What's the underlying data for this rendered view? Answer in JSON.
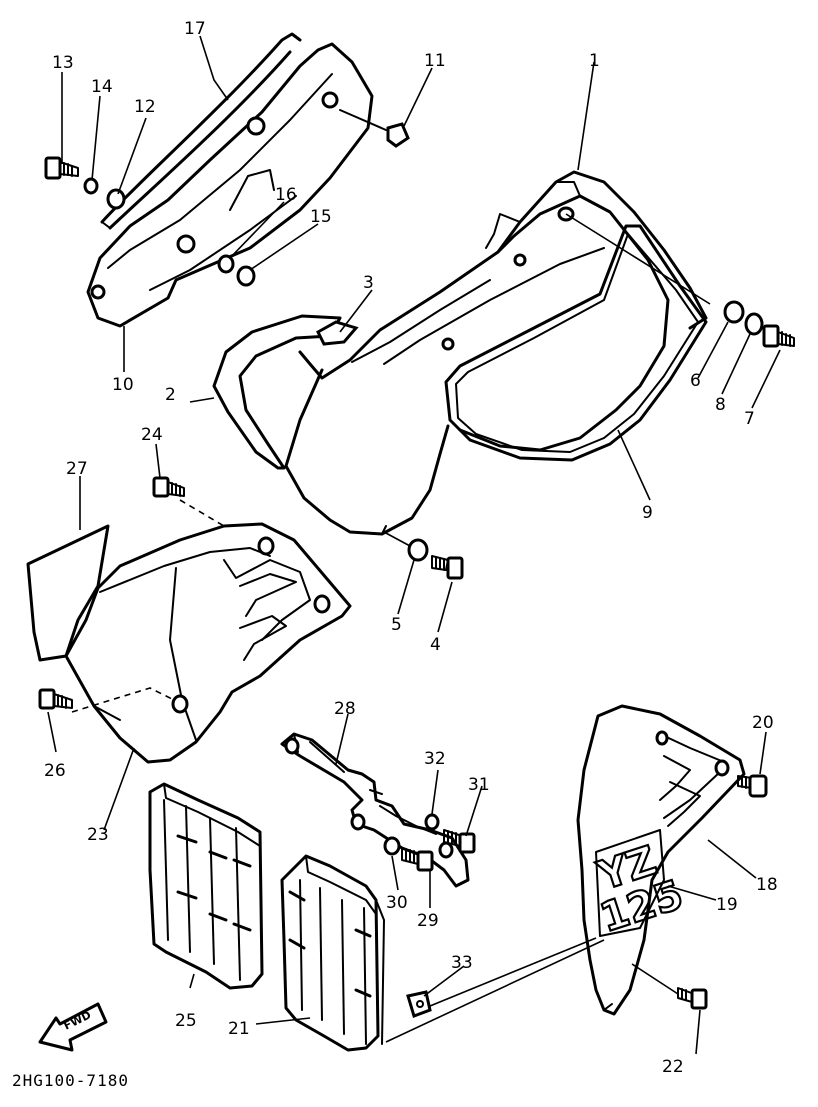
{
  "diagram": {
    "part_number": "2HG100-7180",
    "forward_arrow_label": "FWD",
    "callouts": [
      "1",
      "2",
      "3",
      "4",
      "5",
      "6",
      "7",
      "8",
      "9",
      "10",
      "11",
      "12",
      "13",
      "14",
      "15",
      "16",
      "17",
      "18",
      "19",
      "20",
      "21",
      "22",
      "23",
      "24",
      "25",
      "26",
      "27",
      "28",
      "29",
      "30",
      "31",
      "32",
      "33"
    ]
  }
}
